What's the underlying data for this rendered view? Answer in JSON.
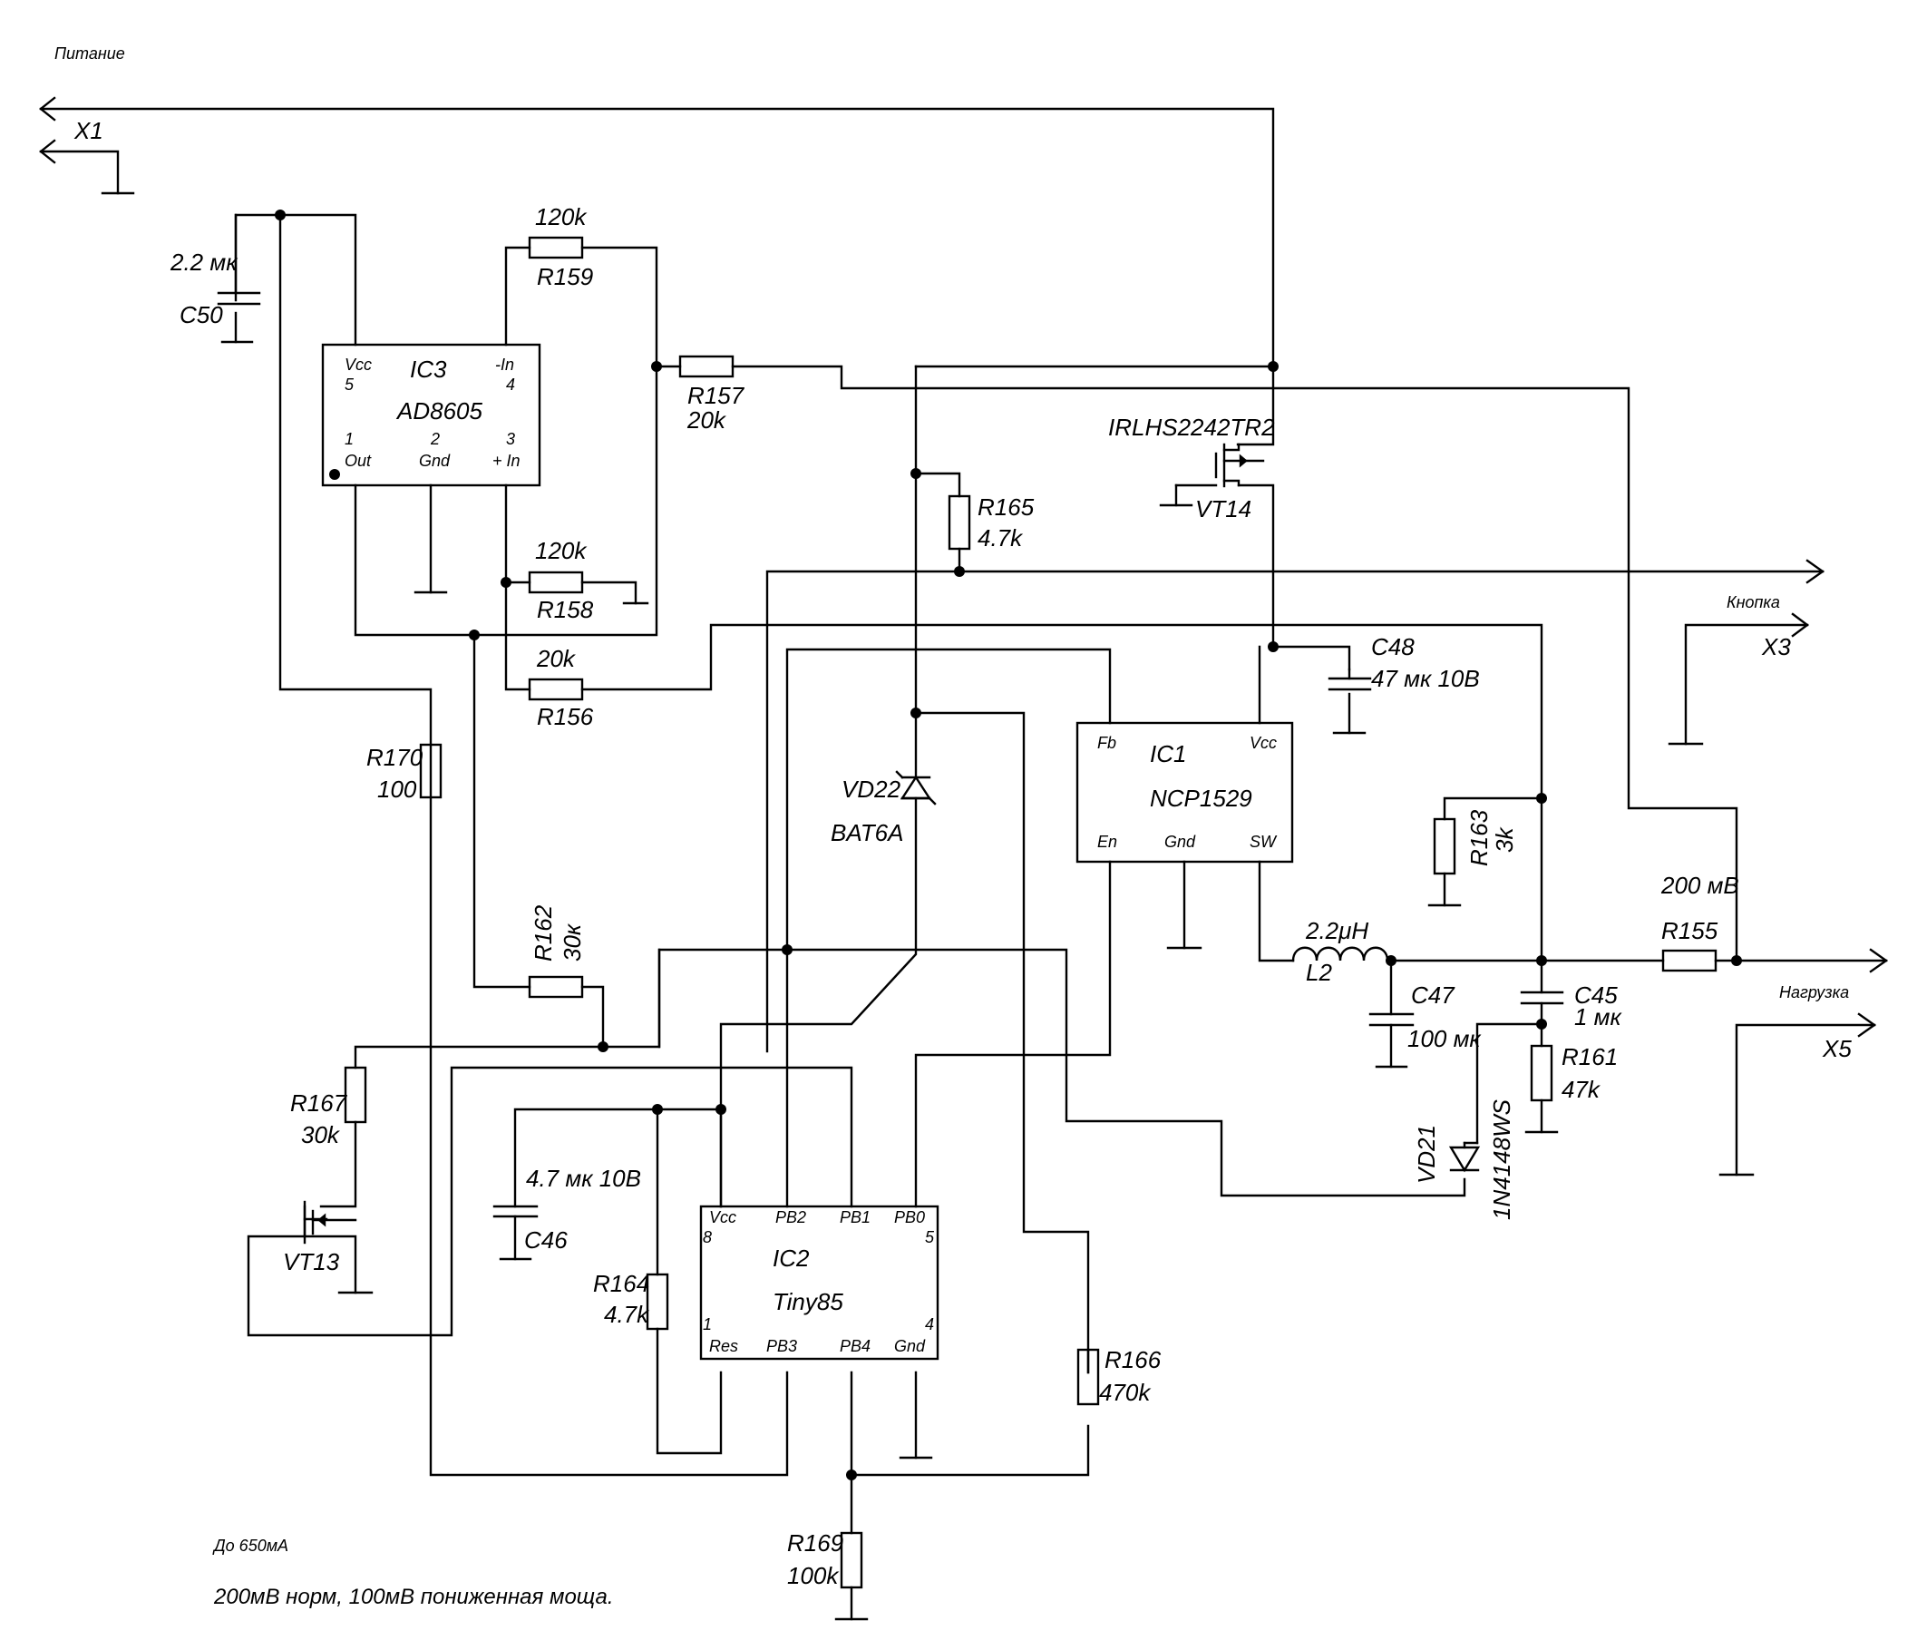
{
  "labels": {
    "power": "Питание",
    "x1": "X1",
    "c50": "C50",
    "c50_val": "2.2 мк",
    "ic3": "IC3",
    "ic3_part": "AD8605",
    "ic3_vcc": "Vcc",
    "ic3_vcc_pin": "5",
    "ic3_inm": "-In",
    "ic3_inm_pin": "4",
    "ic3_out": "Out",
    "ic3_out_pin": "1",
    "ic3_gnd": "Gnd",
    "ic3_gnd_pin": "2",
    "ic3_inp": "+ In",
    "ic3_inp_pin": "3",
    "r159": "R159",
    "r159_val": "120k",
    "r157": "R157",
    "r157_val": "20k",
    "r158": "R158",
    "r158_val": "120k",
    "r156": "R156",
    "r156_val": "20k",
    "vt14_part": "IRLHS2242TR2",
    "vt14": "VT14",
    "r165": "R165",
    "r165_val": "4.7k",
    "knopka": "Кнопка",
    "x3": "X3",
    "c48": "C48",
    "c48_val": "47 мк 10В",
    "ic1": "IC1",
    "ic1_part": "NCP1529",
    "ic1_fb": "Fb",
    "ic1_vcc": "Vcc",
    "ic1_en": "En",
    "ic1_gnd": "Gnd",
    "ic1_sw": "SW",
    "vd22": "VD22",
    "vd22_part": "BAT6A",
    "r170": "R170",
    "r170_val": "100",
    "r163": "R163",
    "r163_val": "3k",
    "mv200": "200 мВ",
    "r155": "R155",
    "l2": "L2",
    "l2_val": "2.2μH",
    "c47": "C47",
    "c47_val": "100 мк",
    "c45": "C45",
    "c45_val": "1 мк",
    "nagruzka": "Нагрузка",
    "x5": "X5",
    "r162": "R162",
    "r162_val": "30к",
    "r161": "R161",
    "r161_val": "47k",
    "vd21": "VD21",
    "vd21_part": "1N4148WS",
    "r167": "R167",
    "r167_val": "30k",
    "c46": "C46",
    "c46_val": "4.7 мк 10В",
    "vt13": "VT13",
    "ic2": "IC2",
    "ic2_part": "Tiny85",
    "ic2_vcc": "Vcc",
    "ic2_pb2": "PB2",
    "ic2_pb1": "PB1",
    "ic2_pb0": "PB0",
    "ic2_res": "Res",
    "ic2_pb3": "PB3",
    "ic2_pb4": "PB4",
    "ic2_gnd": "Gnd",
    "ic2_p8": "8",
    "ic2_p5": "5",
    "ic2_p1": "1",
    "ic2_p4": "4",
    "r164": "R164",
    "r164_val": "4.7k",
    "r166": "R166",
    "r166_val": "470k",
    "r169": "R169",
    "r169_val": "100k",
    "note1": "До 650мА",
    "note2": "200мВ норм, 100мВ пониженная моща."
  }
}
